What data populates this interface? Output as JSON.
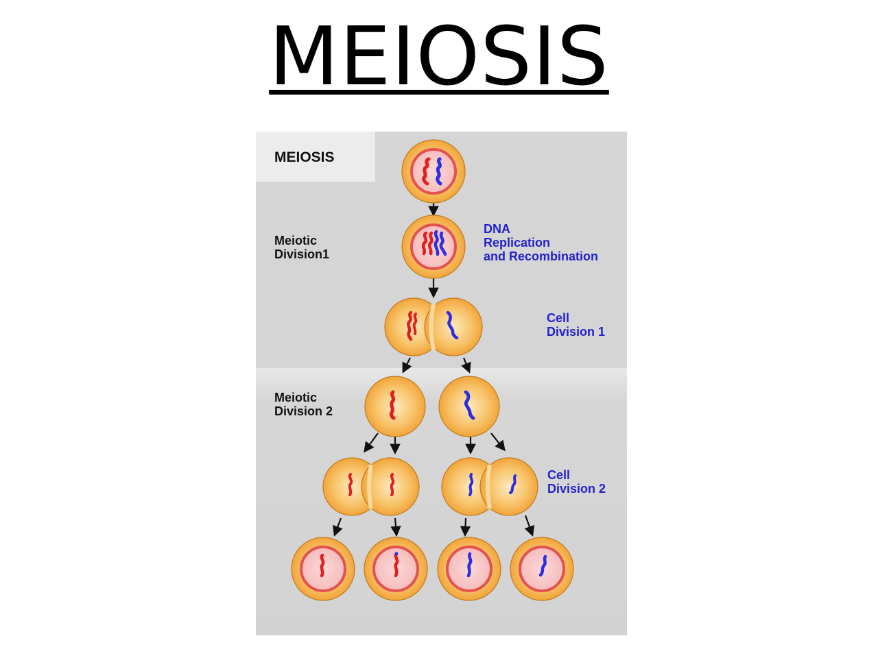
{
  "slide": {
    "title": "MEIOSIS"
  },
  "figure": {
    "title": "MEIOSIS",
    "labels": {
      "meiotic_division_1": [
        "Meiotic",
        "Division1"
      ],
      "meiotic_division_2": [
        "Meiotic",
        "Division 2"
      ],
      "dna_replication": [
        "DNA",
        "Replication",
        "and Recombination"
      ],
      "cell_division_1": [
        "Cell",
        "Division 1"
      ],
      "cell_division_2": [
        "Cell",
        "Division 2"
      ]
    },
    "colors": {
      "background_top": "#d4d4d4",
      "background_bottom": "#cfcfcf",
      "cell_fill": "#f5b04a",
      "cell_light": "#fbe3b0",
      "nucleus": "#f8c8c8",
      "nucleus_ring": "#e2524f",
      "chromosome_maternal": "#e41d1d",
      "chromosome_paternal": "#2c2ee0",
      "label_blue": "#2222cc",
      "label_black": "#111111"
    }
  }
}
